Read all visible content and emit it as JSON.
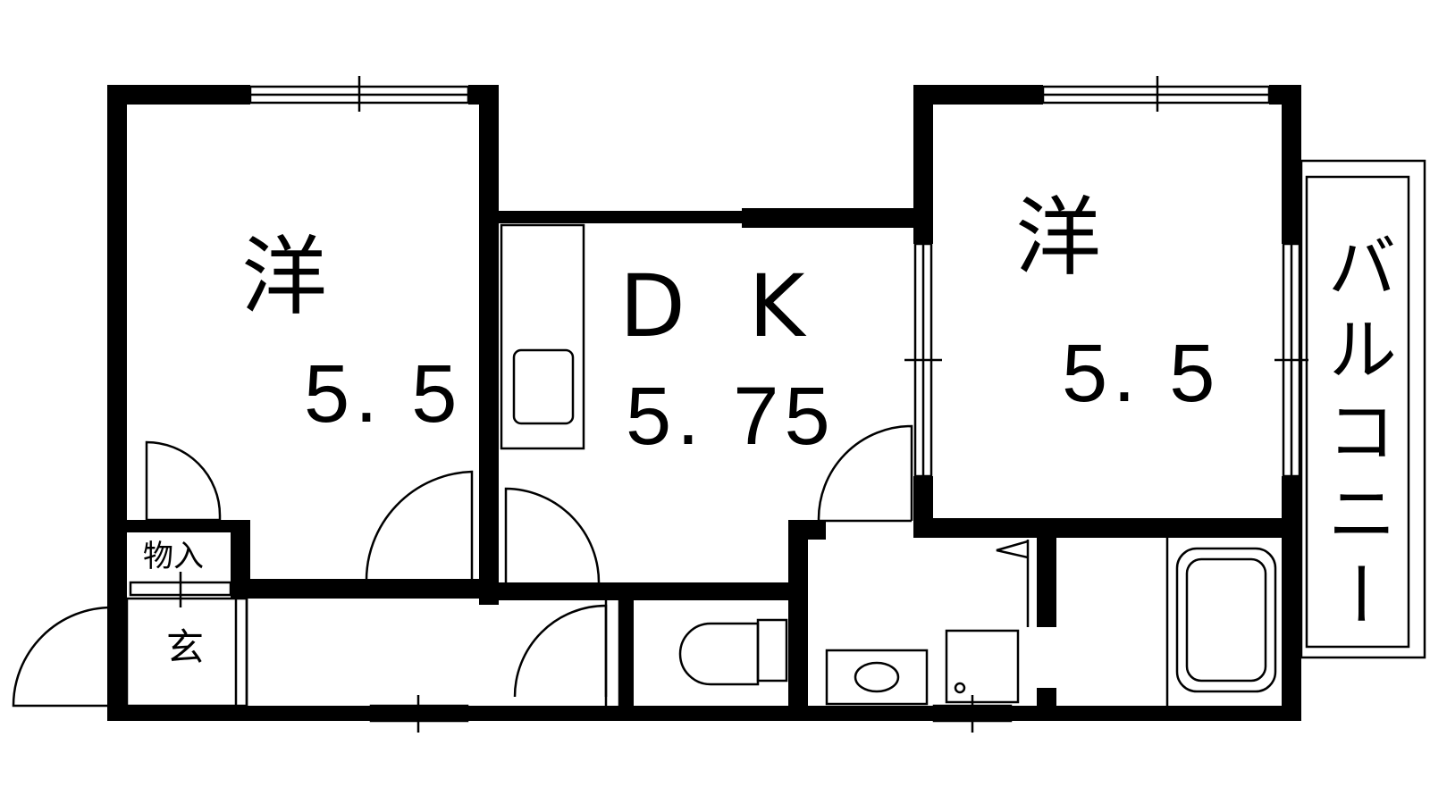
{
  "rooms": {
    "west_room": {
      "name": "洋",
      "size": "5. 5"
    },
    "dk": {
      "name": "D K",
      "size": "5. 75"
    },
    "east_room": {
      "name": "洋",
      "size": "5. 5"
    },
    "storage": {
      "name": "物入"
    },
    "entrance": {
      "name": "玄"
    },
    "balcony": {
      "name": "バルコニー"
    }
  },
  "colors": {
    "wall": "#000000",
    "line": "#000000",
    "background": "#ffffff"
  }
}
